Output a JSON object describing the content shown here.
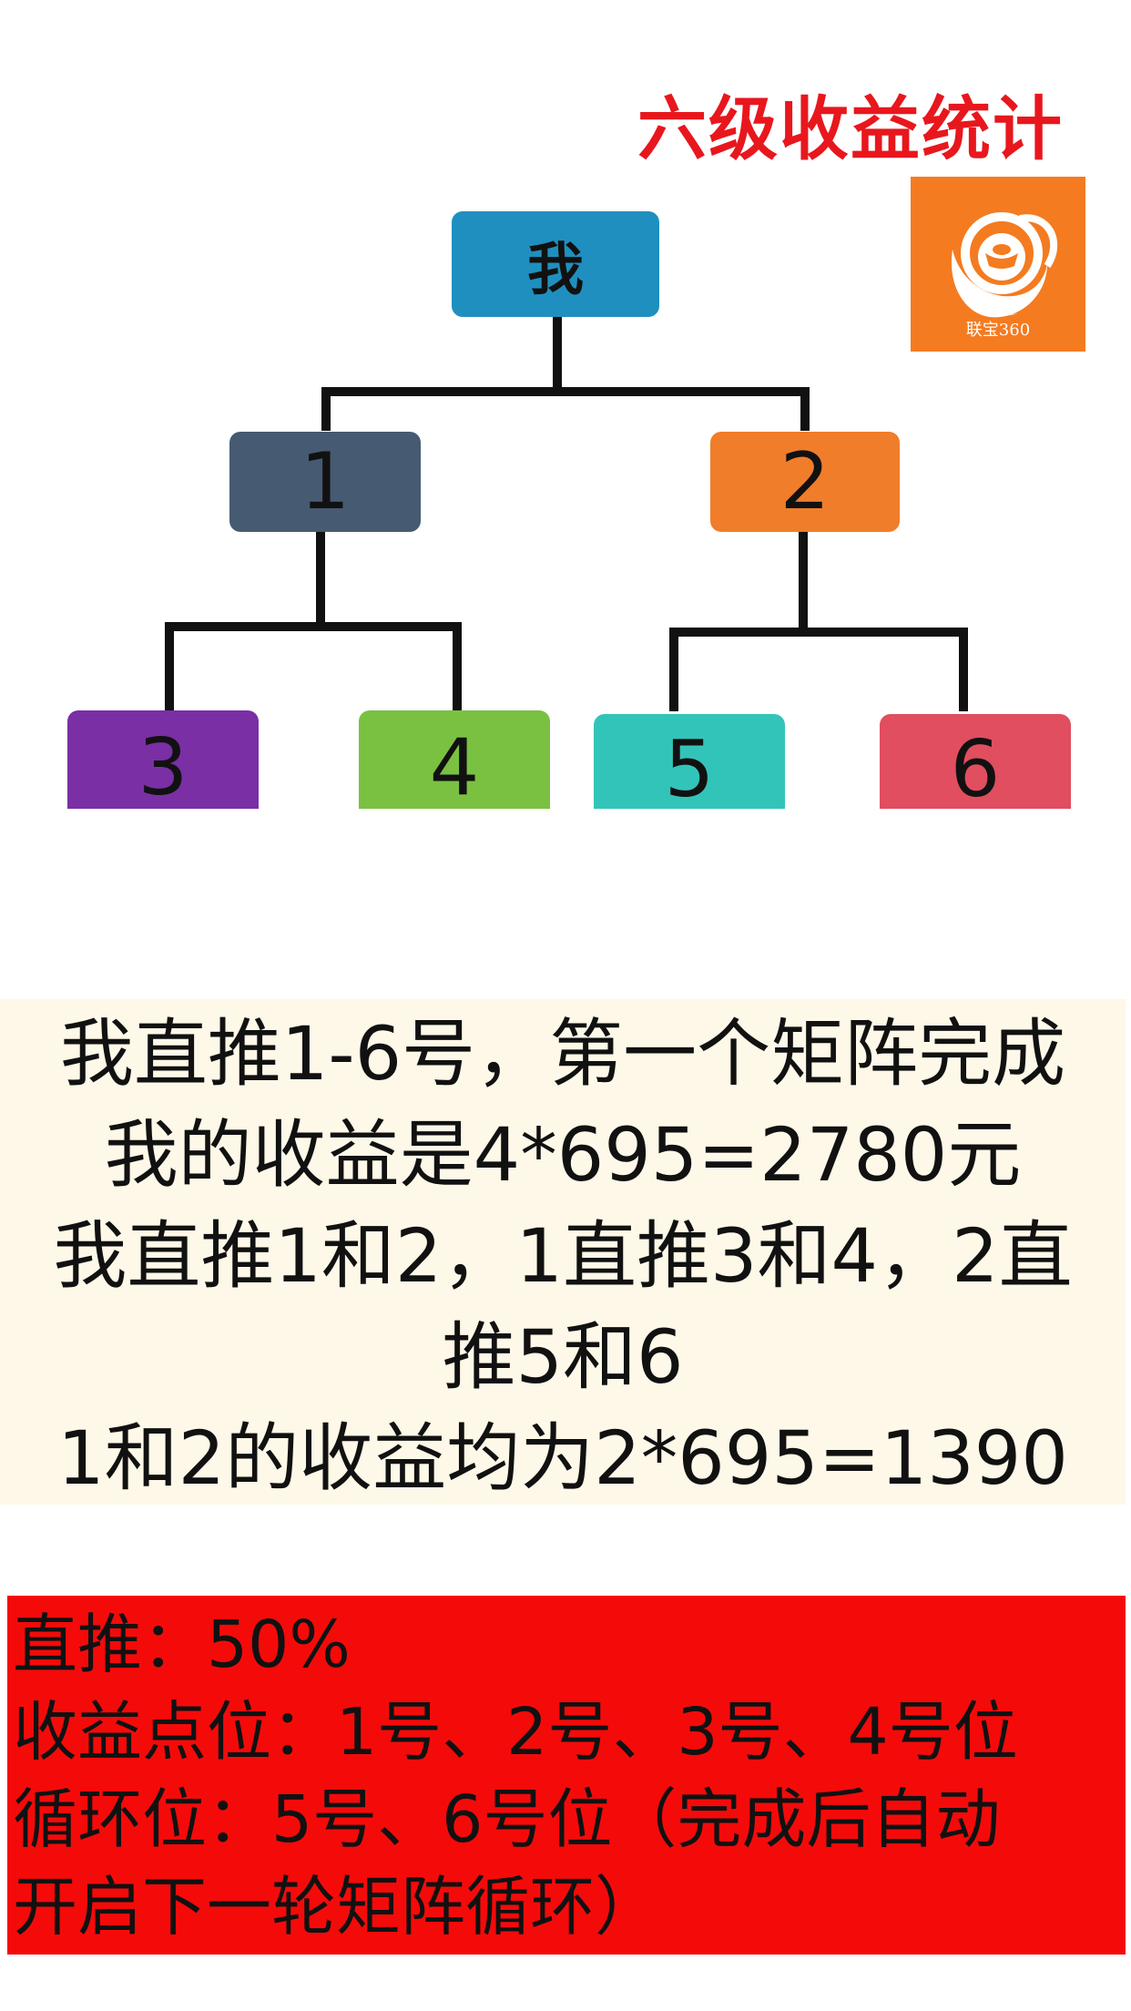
{
  "title": "六级收益统计",
  "logo": {
    "brand_text": "联宝360",
    "color": "#f47b20"
  },
  "tree": {
    "root": {
      "label": "我",
      "color": "#1f8fbf"
    },
    "level1": [
      {
        "label": "1",
        "color": "#465a72"
      },
      {
        "label": "2",
        "color": "#f07d2a"
      }
    ],
    "level2": [
      {
        "label": "3",
        "color": "#7a2fa5"
      },
      {
        "label": "4",
        "color": "#7ac142"
      },
      {
        "label": "5",
        "color": "#33c4b9"
      },
      {
        "label": "6",
        "color": "#e04e60"
      }
    ]
  },
  "explanation": {
    "line1": "我直推1-6号，第一个矩阵完成",
    "line2": "我的收益是4*695=2780元",
    "line3": "我直推1和2，1直推3和4，2直",
    "line4": "推5和6",
    "line5": "1和2的收益均为2*695=1390"
  },
  "rules": {
    "line1": "直推：50%",
    "line2": "收益点位：1号、2号、3号、4号位",
    "line3": "循环位：5号、6号位（完成后自动",
    "line4": "开启下一轮矩阵循环）"
  }
}
